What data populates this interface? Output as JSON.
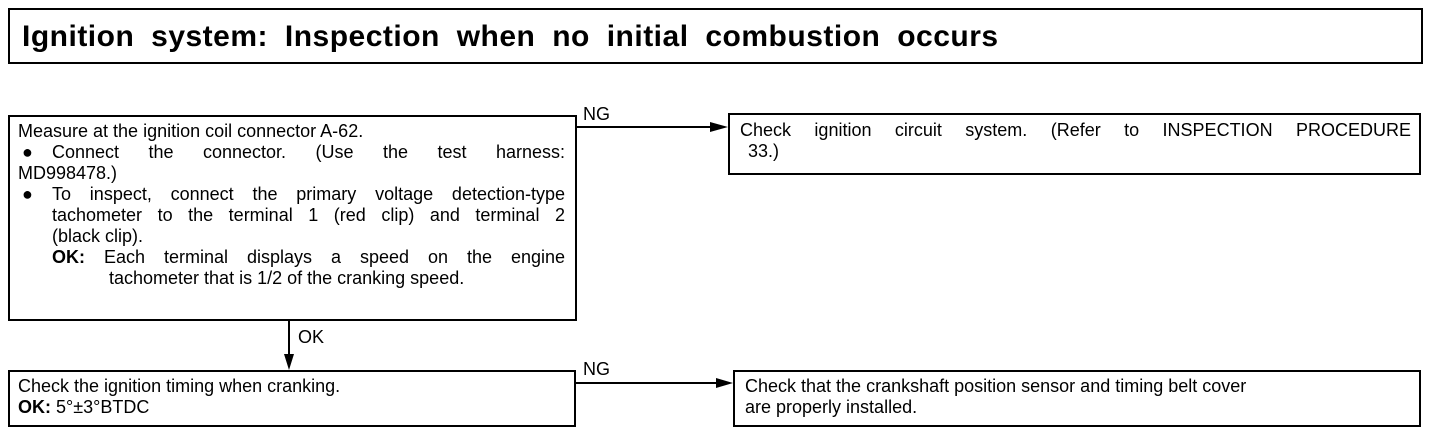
{
  "title": "Ignition system: Inspection when no initial combustion occurs",
  "measure": {
    "heading": "Measure at the ignition coil connector A-62.",
    "bullet1_line1": "Connect the connector. (Use the test harness:",
    "bullet1_line2": "MD998478.)",
    "bullet2_line1": "To inspect, connect the primary voltage detection-type",
    "bullet2_line2": "tachometer to the terminal 1 (red clip) and terminal 2",
    "bullet2_line3": "(black clip).",
    "ok_label": "OK:",
    "ok_line1": "Each terminal displays a speed on the engine",
    "ok_line2": "tachometer that is 1/2 of the cranking speed.",
    "bullet_symbol": "●"
  },
  "circuit": {
    "line1": "Check ignition circuit system. (Refer to INSPECTION PROCEDURE",
    "line2": "33.)"
  },
  "timing": {
    "line1": "Check the ignition timing when cranking.",
    "ok_label": "OK:",
    "ok_value": "5°±3°BTDC"
  },
  "crank": {
    "line1": "Check that the crankshaft position sensor and timing belt cover",
    "line2": "are properly installed."
  },
  "flow": {
    "ng_label_1": "NG",
    "ok_label": "OK",
    "ng_label_2": "NG"
  }
}
